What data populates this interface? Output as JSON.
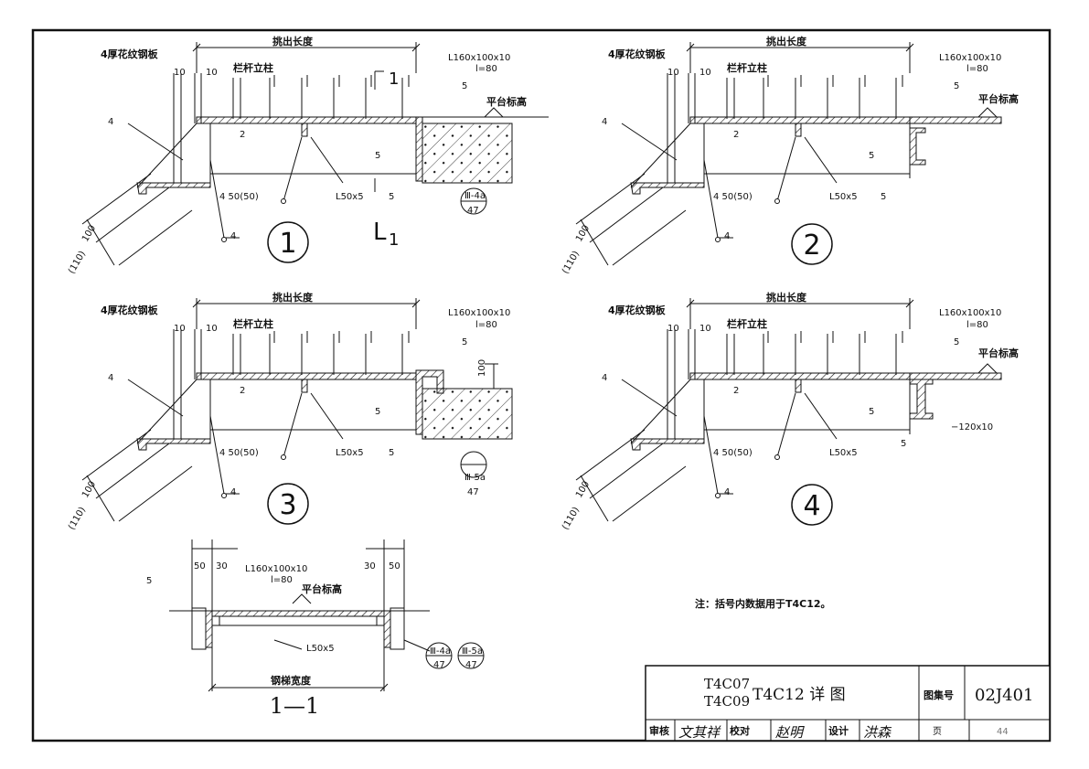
{
  "labels": {
    "plate": "4厚花纹钢板",
    "cantilever": "挑出长度",
    "post": "栏杆立柱",
    "angle_big": "L160x100x10",
    "angle_len": "l=80",
    "platform": "平台标高",
    "angle_small": "L50x5",
    "weld_4": "4",
    "weld_5": "5",
    "weld_2": "2",
    "weld_450": "4 50(50)",
    "dim_10": "10",
    "dim_100": "100",
    "dim_110": "(110)",
    "dim_100b": "100",
    "plate_flat": "−120x10",
    "section_mark": "1",
    "ref_top_a": "Ⅲ-4a",
    "ref_top_b": "Ⅲ-5a",
    "ref_bottom": "47",
    "stair_width": "钢梯宽度",
    "dim_50": "50",
    "dim_30": "30"
  },
  "details": {
    "d1": "1",
    "d2": "2",
    "d3": "3",
    "d4": "4",
    "section": "1—1"
  },
  "note": "注：括号内数据用于T4C12。",
  "title_block": {
    "line1": "T4C07",
    "line2": "T4C09",
    "main": "T4C12 详  图",
    "atlas_label": "图集号",
    "atlas_no": "02J401",
    "review": "审核",
    "check": "校对",
    "design": "设计",
    "page_label": "页",
    "page_no": "44"
  }
}
